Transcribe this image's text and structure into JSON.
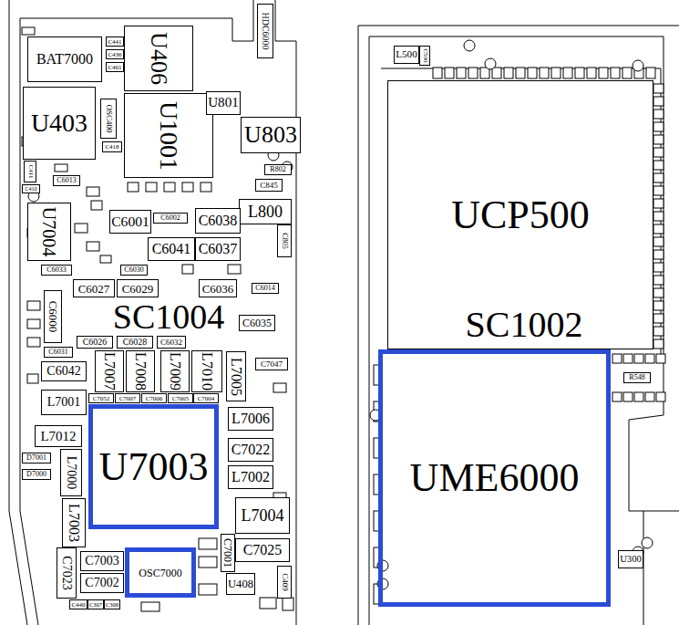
{
  "diagram": {
    "nodes": [
      {
        "text": [
          "BAT7000"
        ]
      },
      {
        "text": [
          "C441"
        ]
      },
      {
        "text": [
          "C436"
        ]
      },
      {
        "text": [
          "C401"
        ]
      },
      {
        "text": [
          "U406"
        ]
      },
      {
        "text": [
          "HDC6000"
        ]
      },
      {
        "text": [
          "U403"
        ]
      },
      {
        "text": [
          "OSC400"
        ]
      },
      {
        "text": [
          "U1001"
        ]
      },
      {
        "text": [
          "U801"
        ]
      },
      {
        "text": [
          "U803"
        ]
      },
      {
        "text": [
          "C418"
        ]
      },
      {
        "text": [
          "C411"
        ]
      },
      {
        "text": [
          "C410"
        ]
      },
      {
        "text": [
          "C6013"
        ]
      },
      {
        "text": [
          "R802"
        ]
      },
      {
        "text": [
          "C845"
        ]
      },
      {
        "text": [
          "L800"
        ]
      },
      {
        "text": [
          "U7004"
        ]
      },
      {
        "text": [
          "C6001"
        ]
      },
      {
        "text": [
          "C6002"
        ]
      },
      {
        "text": [
          "C6038"
        ]
      },
      {
        "text": [
          "C6041"
        ]
      },
      {
        "text": [
          "C6037"
        ]
      },
      {
        "text": [
          "C805"
        ]
      },
      {
        "text": [
          "C6033"
        ]
      },
      {
        "text": [
          "C6030"
        ]
      },
      {
        "text": [
          "C6014"
        ]
      },
      {
        "text": [
          "C6027"
        ]
      },
      {
        "text": [
          "C6029"
        ]
      },
      {
        "text": [
          "C6036"
        ]
      },
      {
        "text": [
          "C6026"
        ]
      },
      {
        "text": [
          "C6028"
        ]
      },
      {
        "text": [
          "C6035"
        ]
      },
      {
        "text": [
          "C6000"
        ]
      },
      {
        "text": [
          "C6031"
        ]
      },
      {
        "text": [
          "C6032"
        ]
      },
      {
        "text": [
          "C6042"
        ]
      },
      {
        "text": [
          "L7007"
        ]
      },
      {
        "text": [
          "L7008"
        ]
      },
      {
        "text": [
          "L7009"
        ]
      },
      {
        "text": [
          "L7010"
        ]
      },
      {
        "text": [
          "L7005"
        ]
      },
      {
        "text": [
          "C7047"
        ]
      },
      {
        "text": [
          "L7001"
        ]
      },
      {
        "text": [
          "C7052"
        ]
      },
      {
        "text": [
          "C7007"
        ]
      },
      {
        "text": [
          "C7006"
        ]
      },
      {
        "text": [
          "C7005"
        ]
      },
      {
        "text": [
          "C7004"
        ]
      },
      {
        "text": [
          "U7003"
        ]
      },
      {
        "text": [
          "L7006"
        ]
      },
      {
        "text": [
          "L7012"
        ]
      },
      {
        "text": [
          "C7022"
        ]
      },
      {
        "text": [
          "D7001"
        ]
      },
      {
        "text": [
          "D7000"
        ]
      },
      {
        "text": [
          "L7000"
        ]
      },
      {
        "text": [
          "L7002"
        ]
      },
      {
        "text": [
          "L7003"
        ]
      },
      {
        "text": [
          "L7004"
        ]
      },
      {
        "text": [
          "C7001"
        ]
      },
      {
        "text": [
          "C7025"
        ]
      },
      {
        "text": [
          "C7023"
        ]
      },
      {
        "text": [
          "C7003"
        ]
      },
      {
        "text": [
          "C7002"
        ]
      },
      {
        "text": [
          "OSC7000"
        ]
      },
      {
        "text": [
          "U408"
        ]
      },
      {
        "text": [
          "C409"
        ]
      },
      {
        "text": [
          "C440"
        ]
      },
      {
        "text": [
          "C307"
        ]
      },
      {
        "text": [
          "C308"
        ]
      },
      {
        "text": [
          "L500"
        ]
      },
      {
        "text": [
          "C500"
        ]
      },
      {
        "text": [
          "UCP500"
        ]
      },
      {
        "text": [
          "UME6000"
        ]
      },
      {
        "text": [
          "R548"
        ]
      },
      {
        "text": [
          "U300"
        ]
      }
    ],
    "labels": [
      "SC1004",
      "SC1002"
    ]
  }
}
